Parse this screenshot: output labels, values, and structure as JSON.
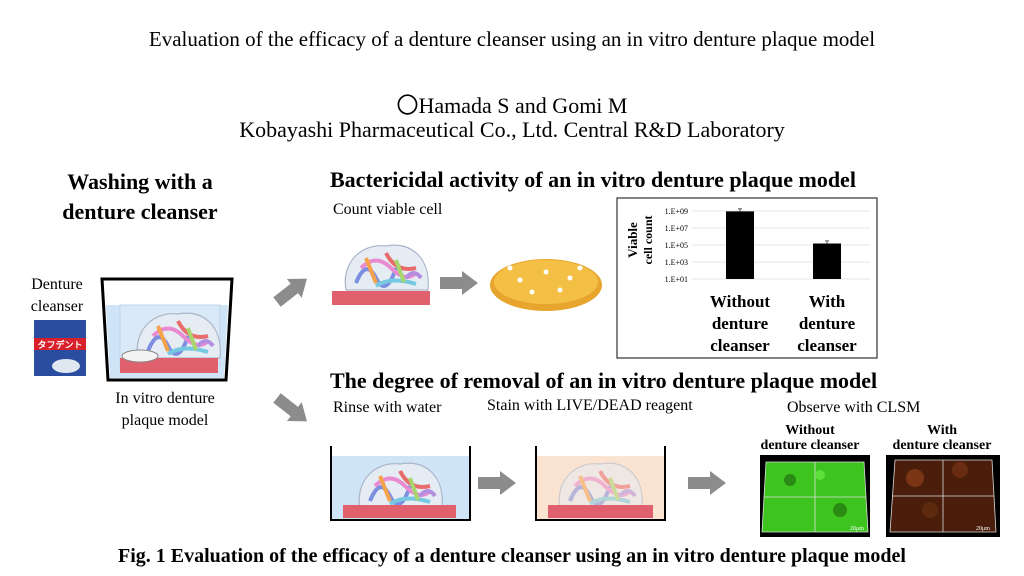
{
  "title": "Evaluation of the efficacy of a denture cleanser using an in vitro denture plaque model",
  "authors": "〇Hamada S and Gomi M",
  "affiliation": "Kobayashi Pharmaceutical Co., Ltd. Central R&D Laboratory",
  "washing": {
    "heading_line1": "Washing with a",
    "heading_line2": "denture cleanser",
    "cleanser_line1": "Denture",
    "cleanser_line2": "cleanser",
    "model_line1": "In vitro denture",
    "model_line2": "plaque model",
    "product_logo_text": "タフデント"
  },
  "bactericidal": {
    "heading": "Bactericidal activity of an in vitro denture plaque model",
    "step": "Count viable cell"
  },
  "removal": {
    "heading": "The degree of removal of an in vitro denture plaque model",
    "step1": "Rinse with water",
    "step2": "Stain with LIVE/DEAD reagent",
    "step3": "Observe with CLSM",
    "img1_line1": "Without",
    "img1_line2": "denture cleanser",
    "img2_line1": "With",
    "img2_line2": "denture cleanser",
    "scale_bar": "20μm"
  },
  "caption": "Fig. 1 Evaluation of the efficacy of a denture cleanser using an in vitro denture plaque model",
  "colors": {
    "water": "#cfe4f7",
    "stain": "#fbe3d2",
    "base": "#e0606e",
    "dish": "#f2b53a",
    "arrow": "#8c8c8c"
  },
  "chart_data": {
    "type": "bar",
    "ylabel_line1": "Viable",
    "ylabel_line2": "cell count",
    "yscale": "log",
    "ylim": [
      10,
      1000000000
    ],
    "yticks": [
      "1.E+09",
      "1.E+07",
      "1.E+05",
      "1.E+03",
      "1.E+01"
    ],
    "categories": [
      [
        "Without",
        "denture",
        "cleanser"
      ],
      [
        "With",
        "denture",
        "cleanser"
      ]
    ],
    "values": [
      900000000,
      150000
    ],
    "errors_upper": [
      1800000000,
      300000
    ]
  }
}
